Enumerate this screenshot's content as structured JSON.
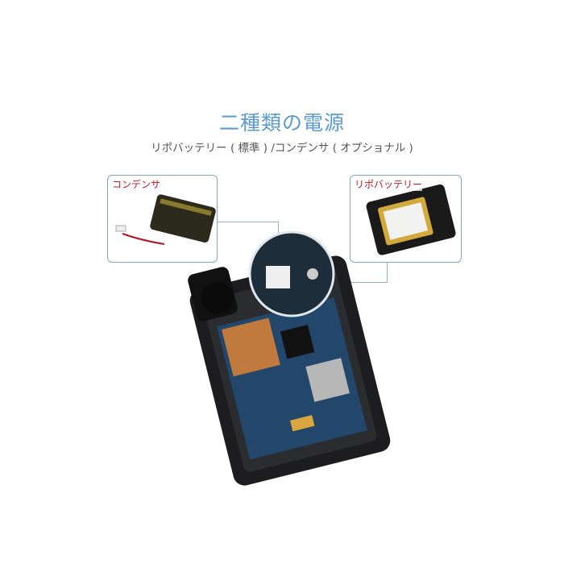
{
  "header": {
    "title": "二種類の電源",
    "subtitle": "リポバッテリー ( 標準 ) /コンデンサ ( オプショナル )"
  },
  "callouts": [
    {
      "label": "コンデンサ"
    },
    {
      "label": "リポバッテリー"
    }
  ],
  "colors": {
    "title": "#5a9bd2",
    "label": "#c0182a",
    "frame": "#7fa9c9"
  }
}
